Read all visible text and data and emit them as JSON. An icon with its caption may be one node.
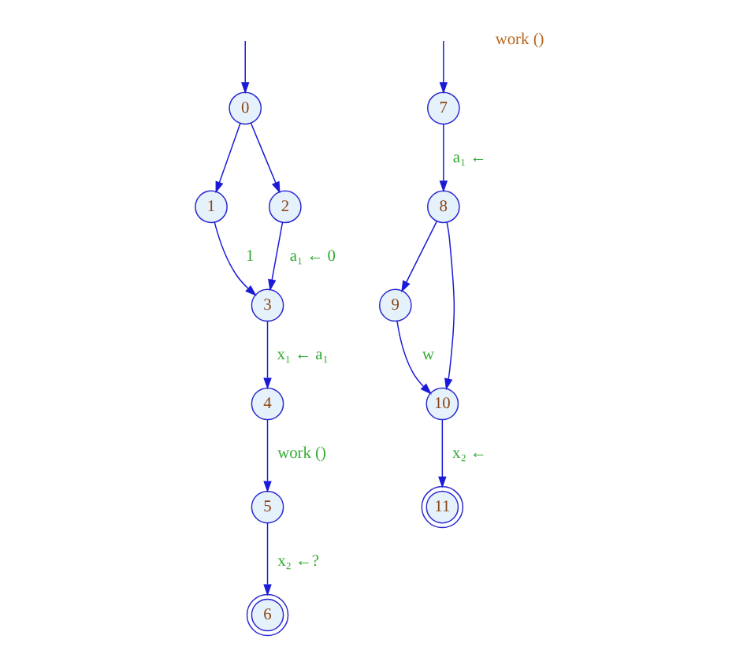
{
  "diagram": {
    "nodes": [
      {
        "text": [
          "0"
        ]
      },
      {
        "text": [
          "1"
        ]
      },
      {
        "text": [
          "2"
        ]
      },
      {
        "text": [
          "3"
        ]
      },
      {
        "text": [
          "4"
        ]
      },
      {
        "text": [
          "5"
        ]
      },
      {
        "text": [
          "6"
        ]
      },
      {
        "text": [
          "7"
        ]
      },
      {
        "text": [
          "8"
        ]
      },
      {
        "text": [
          "9"
        ]
      },
      {
        "text": [
          "10"
        ]
      },
      {
        "text": [
          "11"
        ]
      }
    ],
    "edges": [
      {
        "from": null,
        "to": 0,
        "arrow": "to"
      },
      {
        "from": 0,
        "to": 1,
        "arrow": "to"
      },
      {
        "from": 0,
        "to": 2,
        "arrow": "to"
      },
      {
        "from": 1,
        "to": 3,
        "arrow": "to",
        "label": "1"
      },
      {
        "from": 2,
        "to": 3,
        "arrow": "to",
        "label": "a₁ ← 0"
      },
      {
        "from": 3,
        "to": 4,
        "arrow": "to",
        "label": "x₁ ← a₁"
      },
      {
        "from": 4,
        "to": 5,
        "arrow": "to",
        "label": "work ()"
      },
      {
        "from": 5,
        "to": 6,
        "arrow": "to",
        "label": "x₂ ←?"
      },
      {
        "from": null,
        "to": 7,
        "arrow": "to"
      },
      {
        "from": 7,
        "to": 8,
        "arrow": "to",
        "label": "a₁ ←"
      },
      {
        "from": 8,
        "to": 10,
        "arrow": "to"
      },
      {
        "from": 8,
        "to": 9,
        "arrow": "to"
      },
      {
        "from": 9,
        "to": 10,
        "arrow": "to",
        "label": "w"
      },
      {
        "from": 10,
        "to": 11,
        "arrow": "to",
        "label": "x₂ ←"
      }
    ],
    "labels": [
      "work ()"
    ]
  }
}
